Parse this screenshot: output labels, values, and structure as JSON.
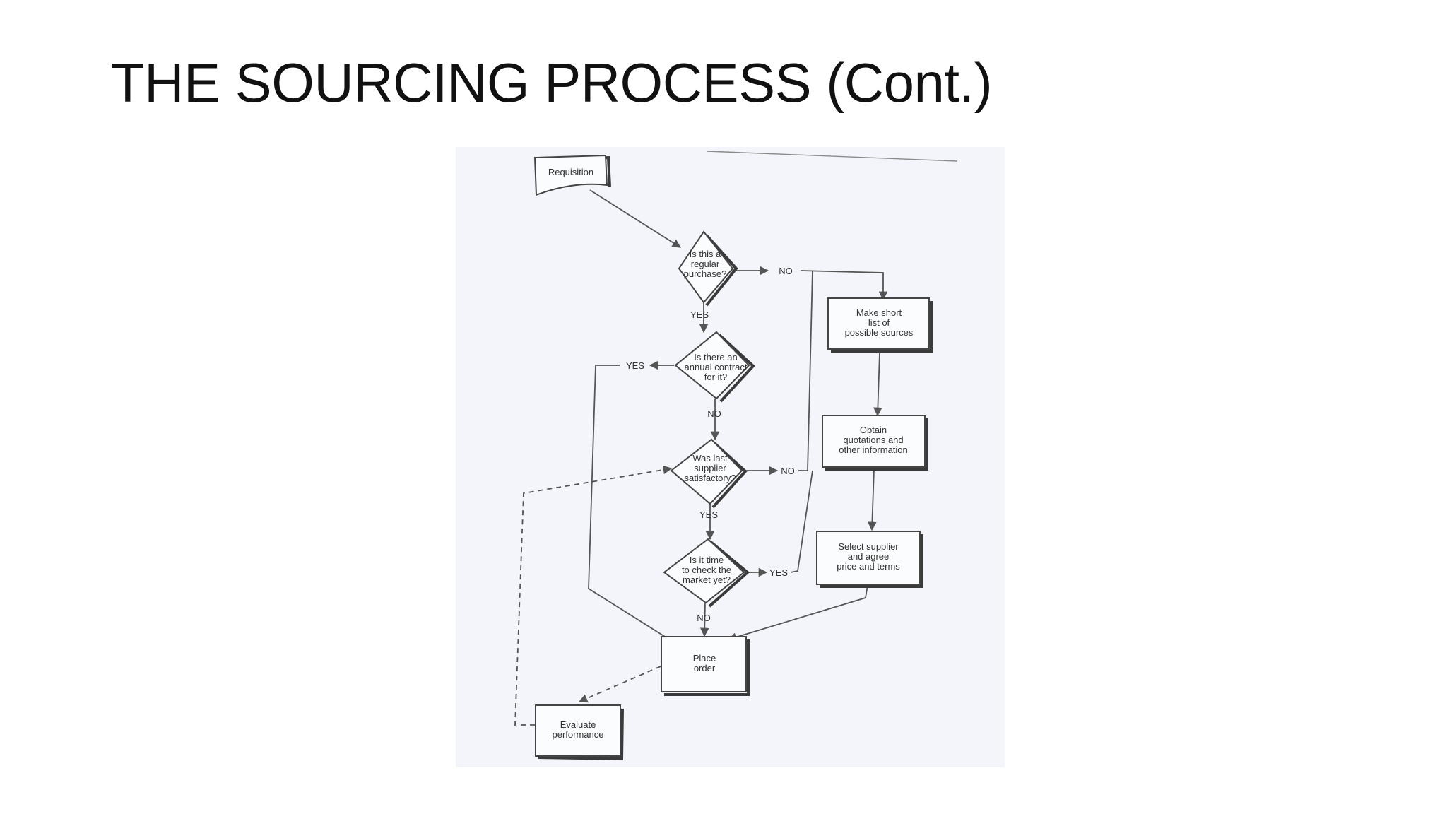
{
  "slide": {
    "title": "THE SOURCING PROCESS (Cont.)"
  },
  "flowchart": {
    "nodes": {
      "requisition": {
        "lines": [
          "Requisition"
        ]
      },
      "regular_purchase": {
        "lines": [
          "Is this a",
          "regular",
          "purchase?"
        ]
      },
      "annual_contract": {
        "lines": [
          "Is there an",
          "annual contract",
          "for it?"
        ]
      },
      "last_supplier": {
        "lines": [
          "Was last",
          "supplier",
          "satisfactory?"
        ]
      },
      "check_market": {
        "lines": [
          "Is it time",
          "to check the",
          "market yet?"
        ]
      },
      "short_list": {
        "lines": [
          "Make short",
          "list of",
          "possible sources"
        ]
      },
      "quotations": {
        "lines": [
          "Obtain",
          "quotations and",
          "other information"
        ]
      },
      "select_supplier": {
        "lines": [
          "Select supplier",
          "and agree",
          "price and terms"
        ]
      },
      "place_order": {
        "lines": [
          "Place",
          "order"
        ]
      },
      "evaluate": {
        "lines": [
          "Evaluate",
          "performance"
        ]
      }
    },
    "edge_labels": {
      "regular_no": "NO",
      "regular_yes": "YES",
      "annual_yes": "YES",
      "annual_no": "NO",
      "supplier_no": "NO",
      "supplier_yes": "YES",
      "market_yes": "YES",
      "market_no": "NO"
    }
  }
}
